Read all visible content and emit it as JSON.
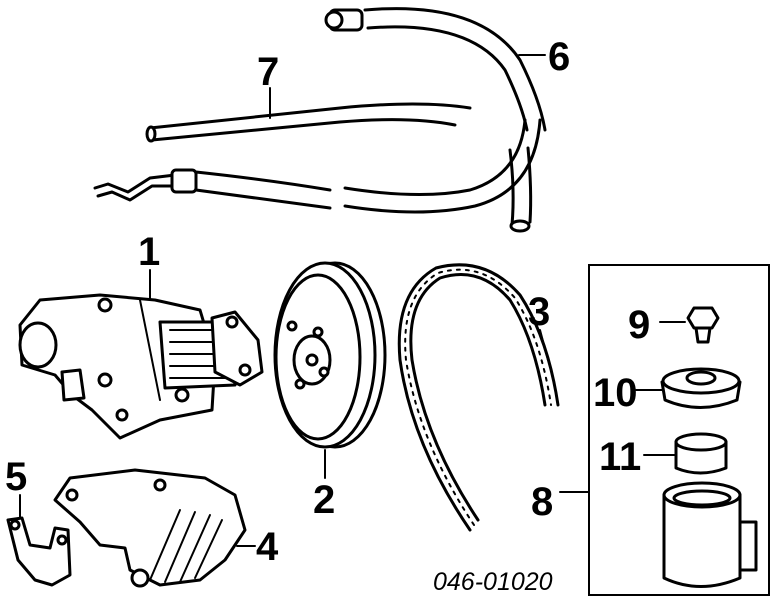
{
  "callouts": {
    "c1": "1",
    "c2": "2",
    "c3": "3",
    "c4": "4",
    "c5": "5",
    "c6": "6",
    "c7": "7",
    "c8": "8",
    "c9": "9",
    "c10": "10",
    "c11": "11"
  },
  "diagram_code": "046-01020",
  "colors": {
    "ink": "#000000",
    "paper": "#ffffff"
  }
}
